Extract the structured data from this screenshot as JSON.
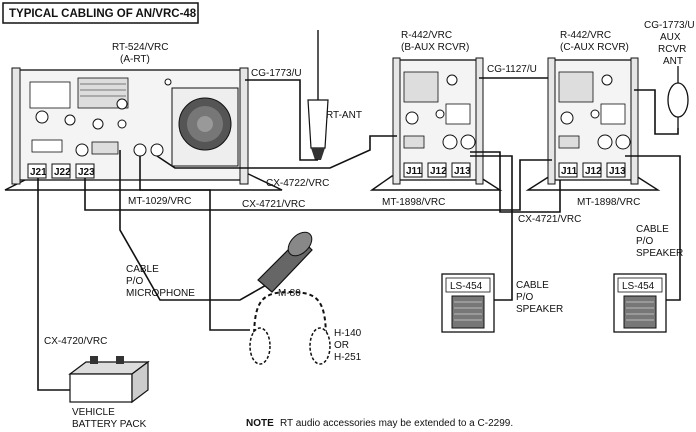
{
  "title": "TYPICAL CABLING OF AN/VRC-48",
  "units": {
    "rt524": {
      "line1": "RT-524/VRC",
      "line2": "(A-RT)"
    },
    "r442_b": {
      "line1": "R-442/VRC",
      "line2": "(B-AUX RCVR)"
    },
    "r442_c": {
      "line1": "R-442/VRC",
      "line2": "(C-AUX RCVR)"
    },
    "rt_ant": "RT-ANT",
    "aux_ant": {
      "line1": "CG-1773/U",
      "line2": "AUX",
      "line3": "RCVR",
      "line4": "ANT"
    },
    "ls454_a": "LS-454",
    "ls454_b": "LS-454",
    "m80": "M-80",
    "headset": {
      "line1": "H-140",
      "line2": "OR",
      "line3": "H-251"
    },
    "battery": {
      "line1": "VEHICLE",
      "line2": "BATTERY PACK"
    }
  },
  "jacks": {
    "rt": [
      "J21",
      "J22",
      "J23"
    ],
    "b": [
      "J11",
      "J12",
      "J13"
    ],
    "c": [
      "J11",
      "J12",
      "J13"
    ]
  },
  "cables": {
    "cg1773_rt": "CG-1773/U",
    "cg1127": "CG-1127/U",
    "cx4722": "CX-4722/VRC",
    "mt1029": "MT-1029/VRC",
    "cx4721_top": "CX-4721/VRC",
    "mt1898_b": "MT-1898/VRC",
    "mt1898_c": "MT-1898/VRC",
    "cx4721_right": "CX-4721/VRC",
    "cx4720": "CX-4720/VRC",
    "cable_mic": {
      "line1": "CABLE",
      "line2": "P/O",
      "line3": "MICROPHONE"
    },
    "cable_spk_b": {
      "line1": "CABLE",
      "line2": "P/O",
      "line3": "SPEAKER"
    },
    "cable_spk_c": {
      "line1": "CABLE",
      "line2": "P/O",
      "line3": "SPEAKER"
    }
  },
  "note": {
    "label": "NOTE",
    "text": "RT audio accessories may be extended to a C-2299."
  }
}
